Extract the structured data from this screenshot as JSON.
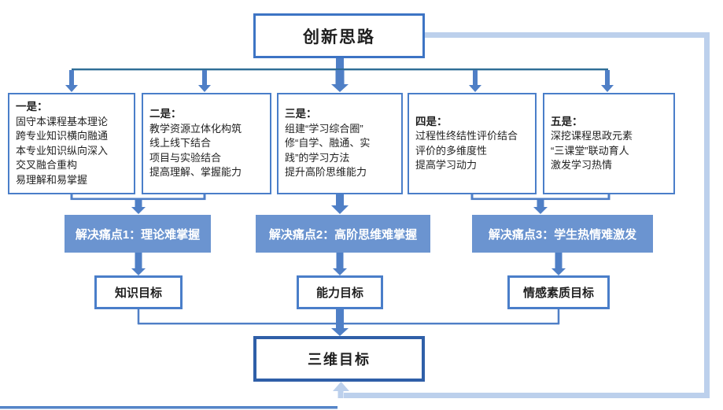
{
  "palette": {
    "box_border": "#4a7ec9",
    "arrow_blue": "#4f7fc6",
    "branch_line": "#2e6d96",
    "pain_fill": "#6b94d0",
    "pain_text": "#ffffff",
    "feedback_light_blue": "#bcd0ec",
    "final_border": "#2f5fa8",
    "text": "#1f1f1f"
  },
  "title_box": {
    "label": "创新思路"
  },
  "strategy_boxes": [
    {
      "title": "一是：",
      "lines": [
        "固守本课程基本理论",
        "跨专业知识横向融通",
        "本专业知识纵向深入",
        "交叉融合重构",
        "易理解和易掌握"
      ]
    },
    {
      "title": "二是：",
      "lines": [
        "教学资源立体化构筑",
        "线上线下结合",
        "项目与实验结合",
        "提高理解、掌握能力"
      ]
    },
    {
      "title": "三是：",
      "lines": [
        "组建“学习综合圈”",
        "修“自学、融通、实",
        "践”的学习方法",
        "提升高阶思维能力"
      ]
    },
    {
      "title": "四是：",
      "lines": [
        "过程性终结性评价结合",
        "评价的多维度性",
        "提高学习动力"
      ]
    },
    {
      "title": "五是：",
      "lines": [
        "深挖课程思政元素",
        "“三课堂”联动育人",
        "激发学习热情"
      ]
    }
  ],
  "pain_points": [
    {
      "label": "解决痛点1：理论难掌握"
    },
    {
      "label": "解决痛点2：高阶思维难掌握"
    },
    {
      "label": "解决痛点3：学生热情难激发"
    }
  ],
  "goal_boxes": [
    {
      "label": "知识目标"
    },
    {
      "label": "能力目标"
    },
    {
      "label": "情感素质目标"
    }
  ],
  "final_box": {
    "label": "三维目标"
  }
}
